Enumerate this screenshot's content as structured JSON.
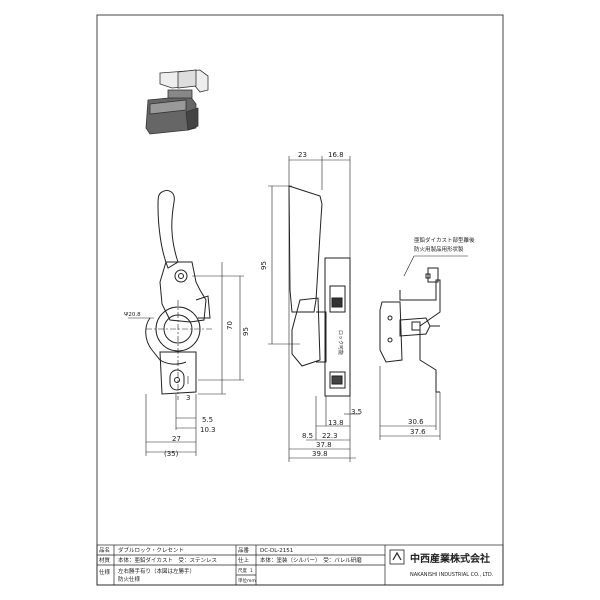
{
  "dimensions": {
    "d_23": "23",
    "d_16_8": "16.8",
    "d_95_side": "95",
    "d_70": "70",
    "d_95_front": "95",
    "d_r": "Ψ20.8",
    "d_3": "3",
    "d_5_5": "5.5",
    "d_10_3": "10.3",
    "d_27": "27",
    "d_35": "(35)",
    "d_3_5": "3.5",
    "d_13_8": "13.8",
    "d_8_5": "8.5",
    "d_22_3": "22.3",
    "d_37_8": "37.8",
    "d_39_8": "39.8",
    "d_30_6": "30.6",
    "d_37_6": "37.6"
  },
  "callout": {
    "line1": "亜鉛ダイカスト部型離後",
    "line2": "防火用製品用形状製"
  },
  "title_block": {
    "name_label": "品名",
    "name_value": "ダブルロック・クレセント",
    "material_label": "材質",
    "material_value": "本体：亜鉛ダイカスト　受：ステンレス",
    "spec_label": "仕様",
    "spec_value_1": "左右勝手有り（本図は左勝手）",
    "spec_value_2": "防火仕様",
    "code_label": "品番",
    "code_value": "DC-DL-2151",
    "finish_label": "仕上",
    "finish_value": "本体：塗装（シルバー）　受：バレル研磨",
    "scale_label": "尺度",
    "scale_value": "1",
    "unit_label": "単位",
    "unit_value": "mm",
    "company_jp": "中西産業株式会社",
    "company_en": "NAKANISHI INDUSTRIAL CO., LTD."
  }
}
